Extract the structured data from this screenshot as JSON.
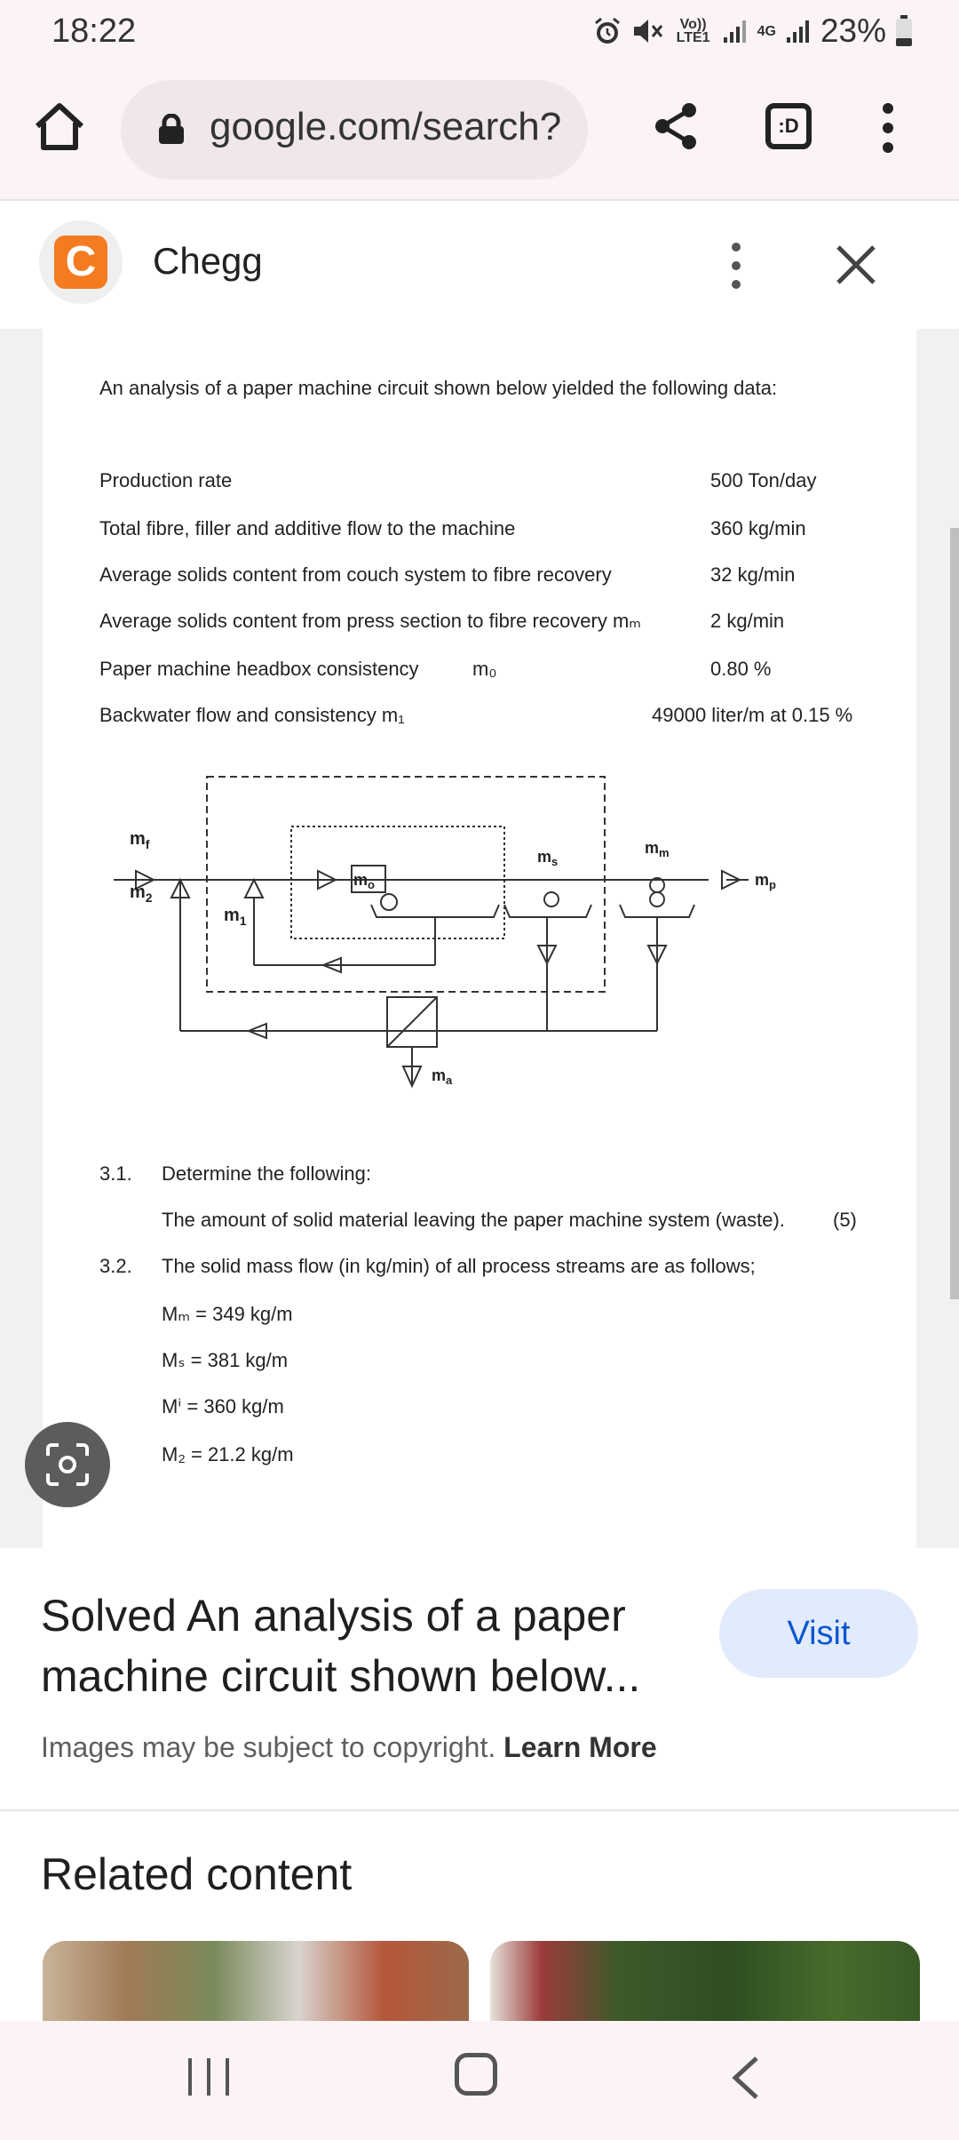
{
  "status_bar": {
    "time": "18:22",
    "volte": "Vo)) LTE1",
    "network": "4G",
    "battery": "23%"
  },
  "browser": {
    "url": "google.com/search?",
    "tab_switcher": ":D"
  },
  "source_panel": {
    "site_name": "Chegg",
    "logo_letter": "C",
    "accent_color": "#f47b20"
  },
  "document": {
    "intro": "An analysis of a paper machine circuit shown below yielded the following data:",
    "data_rows": [
      {
        "label": "Production rate",
        "value": "500 Ton/day"
      },
      {
        "label": "Total fibre, filler and additive flow to the machine",
        "value": "360 kg/min"
      },
      {
        "label": "Average solids content from couch system to fibre recovery",
        "value": "32 kg/min"
      },
      {
        "label": "Average solids content from press section to fibre recovery mₘ",
        "value": "2 kg/min"
      },
      {
        "label": "Paper machine headbox consistency",
        "symbol": "m₀",
        "value": "0.80 %"
      },
      {
        "label": "Backwater flow and consistency m₁",
        "value": "49000 liter/m at 0.15 %"
      }
    ],
    "diagram_labels": {
      "mf": "m",
      "mf_sub": "f",
      "m2": "m",
      "m2_sub": "2",
      "m1": "m",
      "m1_sub": "1",
      "mo": "m",
      "mo_sub": "o",
      "ms": "m",
      "ms_sub": "s",
      "mm": "m",
      "mm_sub": "m",
      "mp": "m",
      "mp_sub": "p",
      "ma": "m",
      "ma_sub": "a"
    },
    "q1_num": "3.1.",
    "q1_text": "Determine the following:",
    "q1_sub": "The amount of solid material leaving the paper machine system (waste).",
    "q1_marks": "(5)",
    "q2_num": "3.2.",
    "q2_text": "The solid mass flow (in kg/min) of all process streams are as follows;",
    "flows": [
      "Mₘ = 349 kg/m",
      "Mₛ = 381 kg/m",
      "Mⁱ = 360 kg/m",
      "M₂ = 21.2 kg/m"
    ]
  },
  "result": {
    "title": "Solved An analysis of a paper machine circuit shown below...",
    "visit_label": "Visit",
    "copyright_text": "Images may be subject to copyright.",
    "learn_more": "Learn More",
    "related_heading": "Related content"
  }
}
